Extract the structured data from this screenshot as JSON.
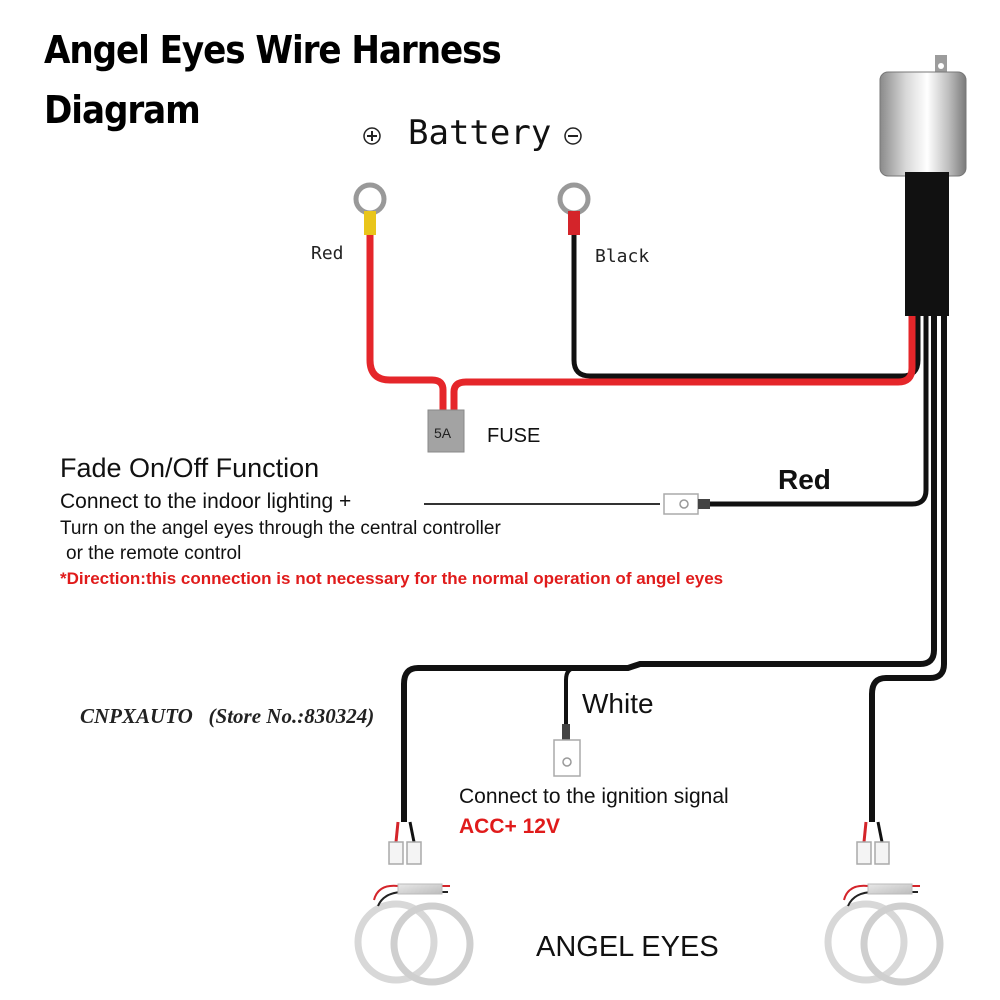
{
  "title_line1": "Angel Eyes Wire Harness",
  "title_line2": "Diagram",
  "battery": {
    "label": "Battery",
    "plus": "+",
    "minus": "-"
  },
  "wires": {
    "red_label": "Red",
    "black_label": "Black",
    "red_label_large": "Red",
    "white_label": "White"
  },
  "fuse": {
    "rating": "5A",
    "label": "FUSE"
  },
  "fade": {
    "heading": "Fade On/Off Function",
    "line1": "Connect to the indoor lighting +",
    "line2": "Turn on the angel eyes through the central controller",
    "line3": "or the remote control",
    "note": "*Direction:this connection is not necessary for the normal operation of angel eyes"
  },
  "store": "CNPXAUTO   (Store No.:830324)",
  "ignition": {
    "line1": "Connect to the ignition signal",
    "line2": "ACC+ 12V"
  },
  "angel_eyes_label": "ANGEL EYES",
  "colors": {
    "red_wire": "#e5262a",
    "black_wire": "#111111",
    "warning_text": "#e01b1b"
  }
}
